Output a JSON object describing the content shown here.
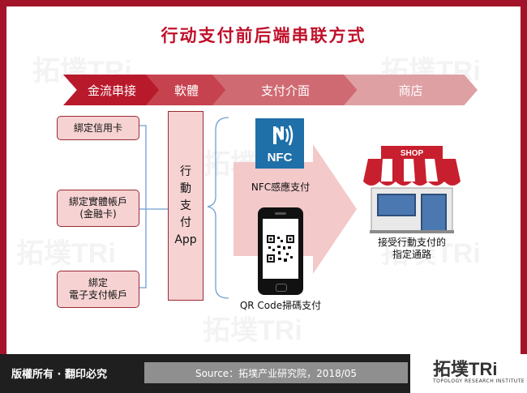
{
  "title": "行动支付前后端串联方式",
  "watermark": {
    "brand": "拓墣TRi",
    "sub": "TOPOLOGY RESEARCH INSTITUTE"
  },
  "stages": [
    {
      "label": "金流串接"
    },
    {
      "label": "軟體"
    },
    {
      "label": "支付介面"
    },
    {
      "label": "商店"
    }
  ],
  "bindings": [
    {
      "lines": [
        "綁定信用卡"
      ]
    },
    {
      "lines": [
        "綁定實體帳戶",
        "(金融卡)"
      ]
    },
    {
      "lines": [
        "綁定",
        "電子支付帳戶"
      ]
    }
  ],
  "app": {
    "chars": [
      "行",
      "動",
      "支",
      "付",
      "App"
    ]
  },
  "nfc": {
    "icon_text": "NFC",
    "label": "NFC感應支付"
  },
  "qr": {
    "label": "QR Code掃碼支付"
  },
  "shop": {
    "sign": "SHOP",
    "label_line1": "接受行動支付的",
    "label_line2": "指定通路"
  },
  "footer": {
    "copyright": "版權所有 · 翻印必究",
    "source": "Source：拓墣产业研究院，2018/05"
  },
  "colors": {
    "brand_red": "#a3142a",
    "box_fill": "#f6d2d2",
    "nfc_blue": "#1f6fa8"
  }
}
